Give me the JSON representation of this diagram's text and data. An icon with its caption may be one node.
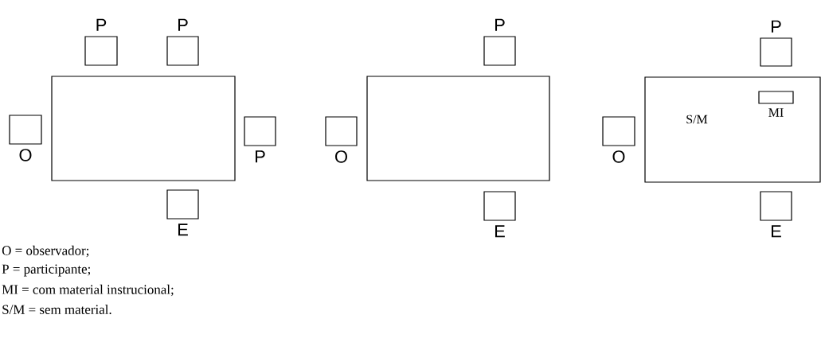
{
  "diagram": {
    "nodes": [
      {
        "text": [],
        "shape": "box"
      },
      {
        "text": [
          "P"
        ]
      },
      {
        "text": [
          "P"
        ]
      },
      {
        "text": [
          "O"
        ]
      },
      {
        "text": [
          "P"
        ]
      },
      {
        "text": [
          "E"
        ]
      },
      {
        "text": [],
        "shape": "box"
      },
      {
        "text": [
          "P"
        ]
      },
      {
        "text": [
          "O"
        ]
      },
      {
        "text": [
          "E"
        ]
      },
      {
        "text": [
          "S/M"
        ]
      },
      {
        "text": [
          "MI"
        ],
        "in": 10
      },
      {
        "text": [
          "P"
        ]
      },
      {
        "text": [
          "O"
        ]
      },
      {
        "text": [
          "E"
        ]
      }
    ],
    "labels": [
      "O = observador;",
      "P = participante;",
      "MI = com material instrucional;",
      "S/M = sem material."
    ]
  }
}
